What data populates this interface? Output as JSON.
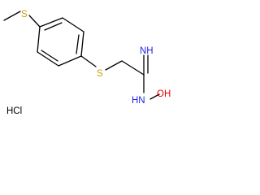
{
  "molecule": {
    "atoms": {
      "s_methyl": "S",
      "s_thioether": "S",
      "imine_nh": "NH",
      "hydroxy_nh": "HN",
      "hydroxy_oh": "OH"
    },
    "salt": "HCl"
  },
  "colors": {
    "bond": "#000000",
    "sulfur": "#c8a200",
    "nitrogen": "#2323e6",
    "oxygen": "#e60000",
    "text": "#000000"
  }
}
